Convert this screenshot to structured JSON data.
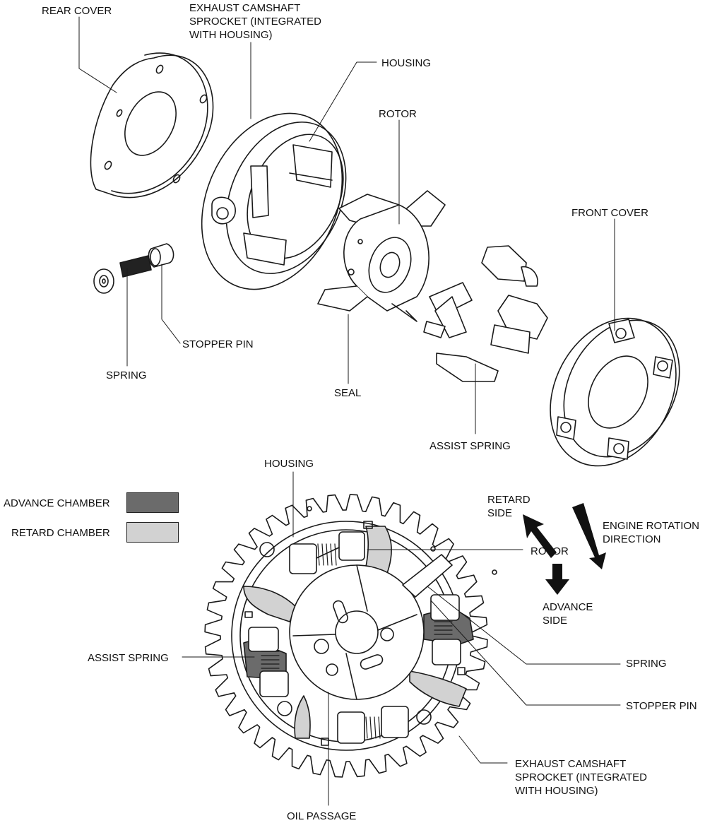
{
  "labels": {
    "rear_cover": "REAR COVER",
    "exhaust_sprocket_top": "EXHAUST  CAMSHAFT\nSPROCKET (INTEGRATED\nWITH HOUSING)",
    "housing_top": "HOUSING",
    "rotor_top": "ROTOR",
    "front_cover": "FRONT COVER",
    "stopper_pin_top": "STOPPER PIN",
    "spring_top": "SPRING",
    "seal": "SEAL",
    "assist_spring_top": "ASSIST SPRING",
    "housing_bottom": "HOUSING",
    "retard_side": "RETARD\nSIDE",
    "engine_rotation": "ENGINE ROTATION\nDIRECTION",
    "rotor_bottom": "ROTOR",
    "advance_side": "ADVANCE\nSIDE",
    "assist_spring_bottom": "ASSIST SPRING",
    "spring_bottom": "SPRING",
    "stopper_pin_bottom": "STOPPER PIN",
    "exhaust_sprocket_bottom": "EXHAUST CAMSHAFT\nSPROCKET (INTEGRATED\nWITH HOUSING)",
    "oil_passage": "OIL PASSAGE"
  },
  "legend": [
    {
      "label": "ADVANCE CHAMBER",
      "color": "#6b6b6b"
    },
    {
      "label": "RETARD CHAMBER",
      "color": "#d2d2d2"
    }
  ],
  "colors": {
    "line": "#1a1a1a",
    "advance_chamber": "#6b6b6b",
    "retard_chamber": "#d2d2d2",
    "background": "#ffffff"
  }
}
